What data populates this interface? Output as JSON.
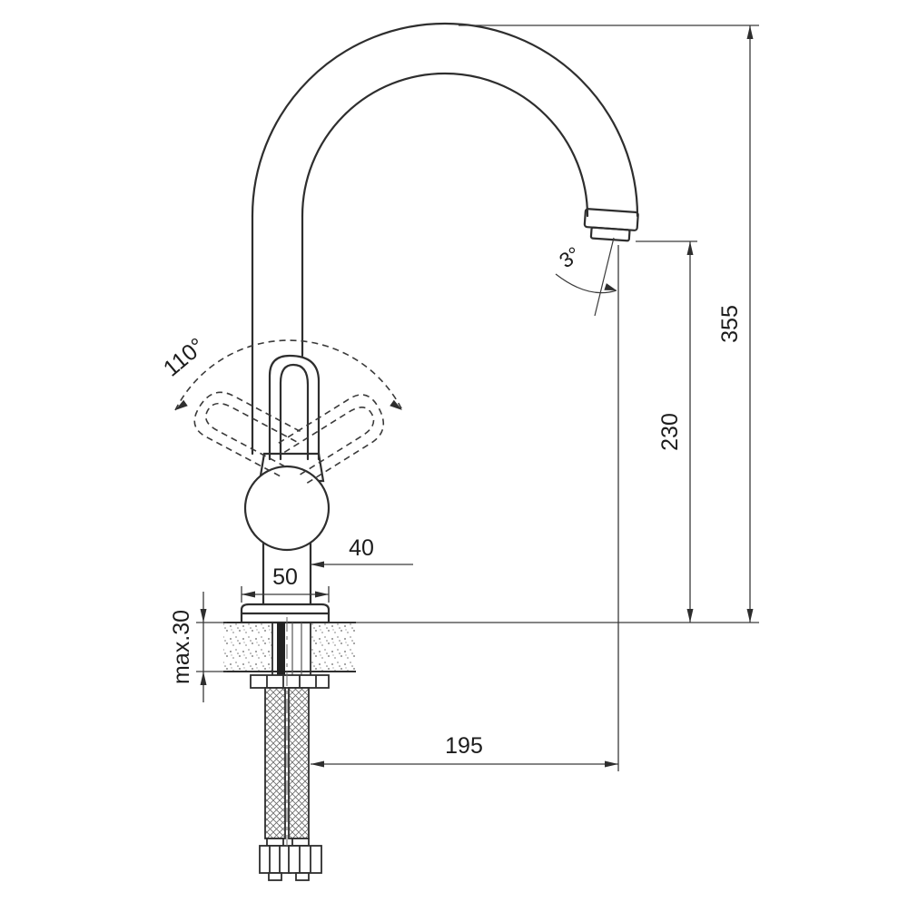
{
  "drawing": {
    "type": "technical-dimension-drawing",
    "subject": "Single-lever high-arc kitchen mixer tap",
    "labels": {
      "overall_height": "355",
      "outlet_height": "230",
      "spout_reach": "195",
      "offset_40": "40",
      "base_width": "50",
      "max_deck_thickness": "max.30",
      "handle_swing": "110°",
      "outlet_tilt": "3°"
    },
    "line_color": "#2e2e2e",
    "background": "#ffffff"
  }
}
